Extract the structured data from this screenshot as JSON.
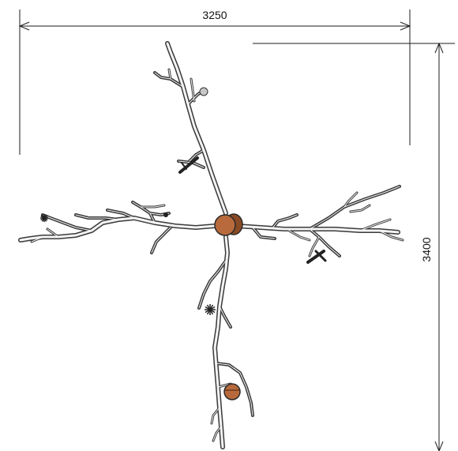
{
  "dimensions": {
    "width_label": "3250",
    "height_label": "3400"
  },
  "colors": {
    "wood": "#b86a3c",
    "wood_dark": "#6b3a1e",
    "clip": "#222222"
  },
  "elements": {
    "brace_count": 2,
    "clip_count": 2
  }
}
